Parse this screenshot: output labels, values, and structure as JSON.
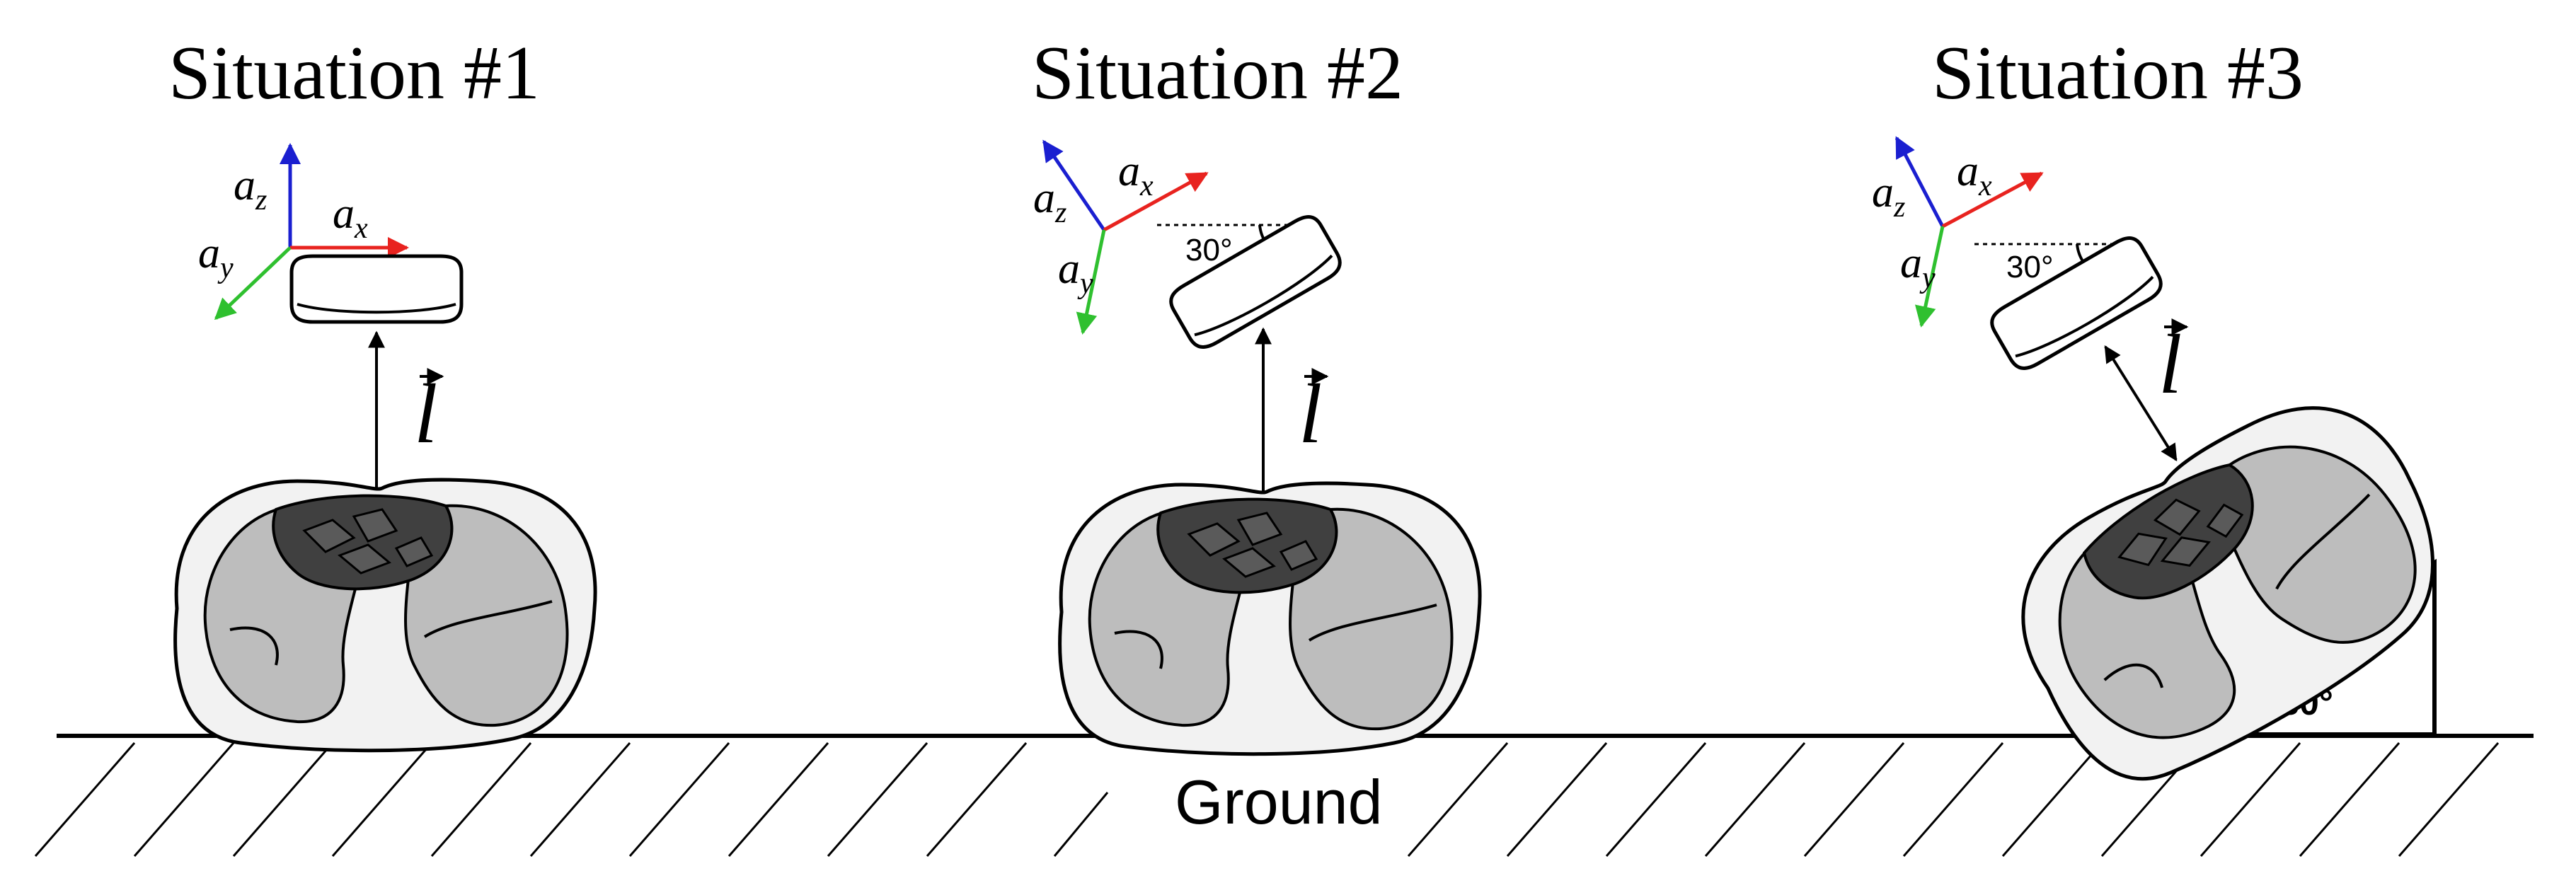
{
  "situations": [
    {
      "title": "Situation #1",
      "axis_x": "a",
      "axis_x_sub": "x",
      "axis_y": "a",
      "axis_y_sub": "y",
      "axis_z": "a",
      "axis_z_sub": "z",
      "distance": "l"
    },
    {
      "title": "Situation #2",
      "axis_x": "a",
      "axis_x_sub": "x",
      "axis_y": "a",
      "axis_y_sub": "y",
      "axis_z": "a",
      "axis_z_sub": "z",
      "distance": "l",
      "sensor_angle": "30°"
    },
    {
      "title": "Situation #3",
      "axis_x": "a",
      "axis_x_sub": "x",
      "axis_y": "a",
      "axis_y_sub": "y",
      "axis_z": "a",
      "axis_z_sub": "z",
      "distance": "l",
      "sensor_angle": "30°",
      "incline_angle": "θ=30°"
    }
  ],
  "ground_label": "Ground",
  "colors": {
    "axis_x": "#e8231f",
    "axis_y": "#2fc02f",
    "axis_z": "#1a1fd0",
    "body_outer": "#f2f2f2",
    "lung": "#bdbdbd",
    "heart": "#404040",
    "stroke": "#000000"
  }
}
